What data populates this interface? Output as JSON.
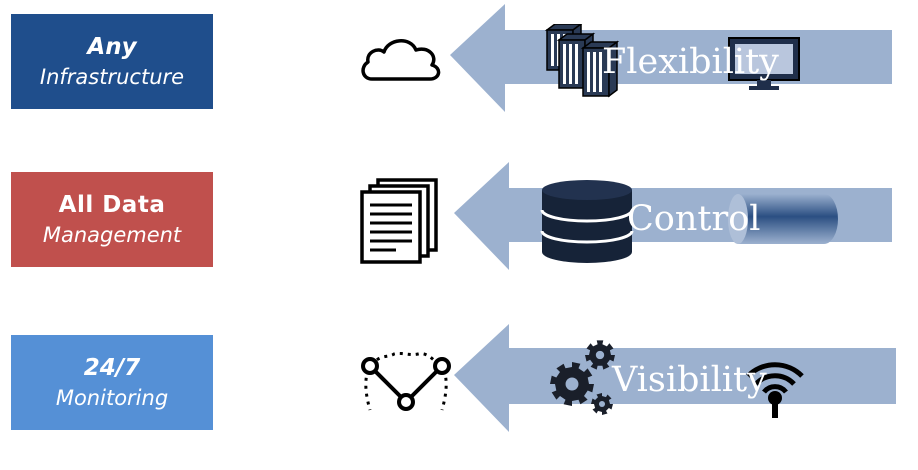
{
  "colors": {
    "box1": "#1f4e8c",
    "box2": "#c0504d",
    "box3": "#5590d6",
    "arrow": "#9cb1cf",
    "icon_dark": "#000000",
    "label": "#ffffff"
  },
  "rows": [
    {
      "box": {
        "title": "Any",
        "subtitle": "Infrastructure"
      },
      "arrow_label": "Flexibility",
      "left_icon": "cloud-icon",
      "arrow_icons": [
        "server-rack-icon",
        "monitor-icon"
      ]
    },
    {
      "box": {
        "title": "All Data",
        "subtitle": "Management"
      },
      "arrow_label": "Control",
      "left_icon": "documents-icon",
      "arrow_icons": [
        "database-icon",
        "pipe-cylinder-icon"
      ]
    },
    {
      "box": {
        "title": "24/7",
        "subtitle": "Monitoring"
      },
      "arrow_label": "Visibility",
      "left_icon": "network-graph-icon",
      "arrow_icons": [
        "gears-icon",
        "wireless-antenna-icon"
      ]
    }
  ]
}
